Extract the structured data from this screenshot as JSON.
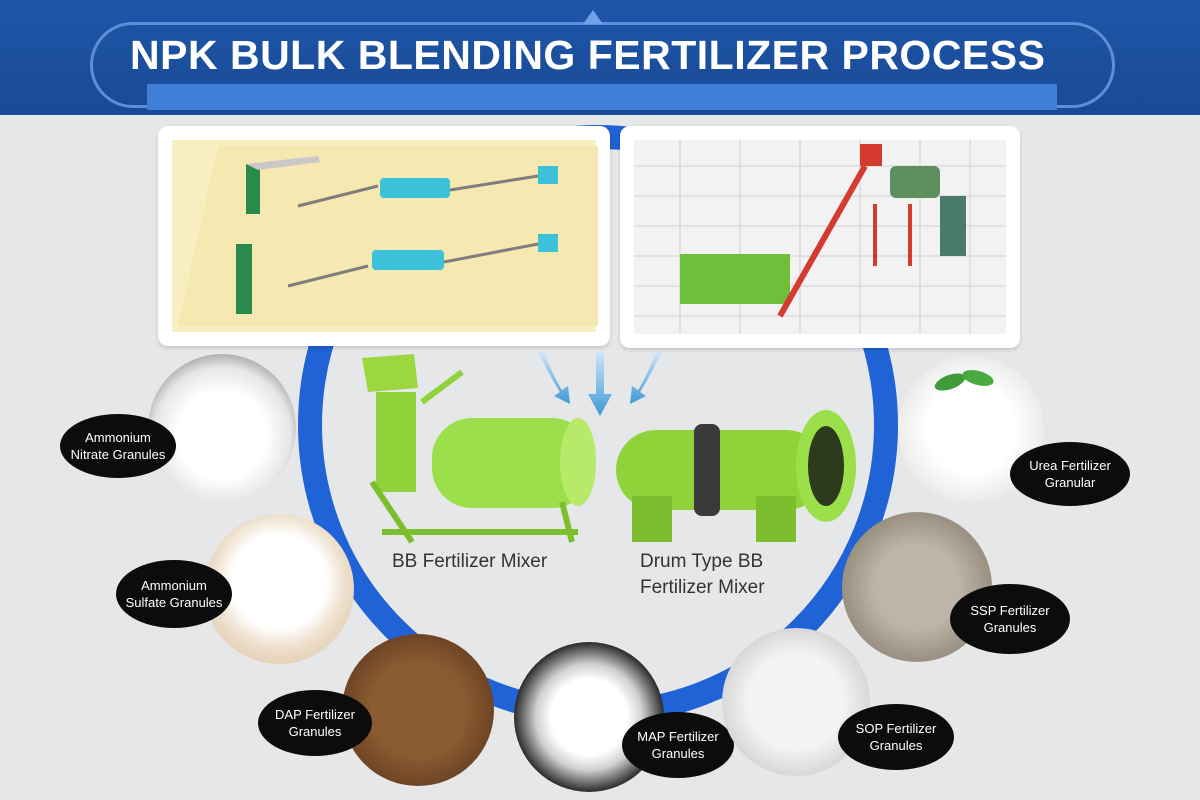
{
  "title": "NPK BULK BLENDING FERTILIZER PROCESS",
  "machines": {
    "bb_mixer": "BB Fertilizer Mixer",
    "drum_mixer_line1": "Drum Type BB",
    "drum_mixer_line2": "Fertilizer Mixer"
  },
  "granules": {
    "ammonium_nitrate": [
      "Ammonium",
      "Nitrate Granules"
    ],
    "ammonium_sulfate": [
      "Ammonium",
      "Sulfate Granules"
    ],
    "dap": [
      "DAP Fertilizer",
      "Granules"
    ],
    "map": [
      "MAP Fertilizer",
      "Granules"
    ],
    "sop": [
      "SOP Fertilizer",
      "Granules"
    ],
    "ssp": [
      "SSP Fertilizer",
      "Granules"
    ],
    "urea": [
      "Urea Fertilizer",
      "Granular"
    ]
  },
  "colors": {
    "header_blue": "#1f56a8",
    "ring_blue": "#1f63d6",
    "machine_green": "#8fd23a"
  }
}
